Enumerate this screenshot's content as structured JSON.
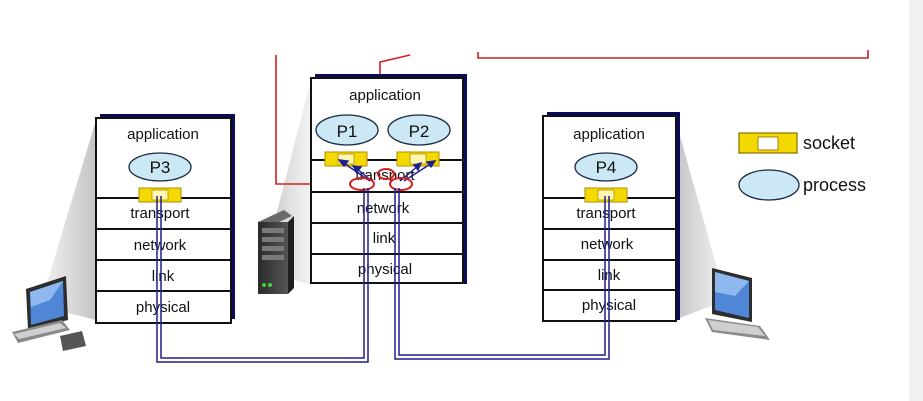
{
  "hosts": {
    "left": {
      "process": "P3",
      "layers": [
        "application",
        "transport",
        "network",
        "link",
        "physical"
      ]
    },
    "middle": {
      "processes": [
        "P1",
        "P2"
      ],
      "layers": [
        "application",
        "transport",
        "network",
        "link",
        "physical"
      ]
    },
    "right": {
      "process": "P4",
      "layers": [
        "application",
        "transport",
        "network",
        "link",
        "physical"
      ]
    }
  },
  "legend": {
    "socket": "socket",
    "process": "process"
  },
  "colors": {
    "process_fill": "#cce8f5",
    "socket_fill": "#f3d900",
    "socket_border": "#b38f00",
    "path_blue": "#1f1f8f",
    "path_red": "#d42020",
    "stack_border": "#111111",
    "stack_shadow": "#0b0b5c",
    "cone_gray": "#d6d6d6"
  }
}
